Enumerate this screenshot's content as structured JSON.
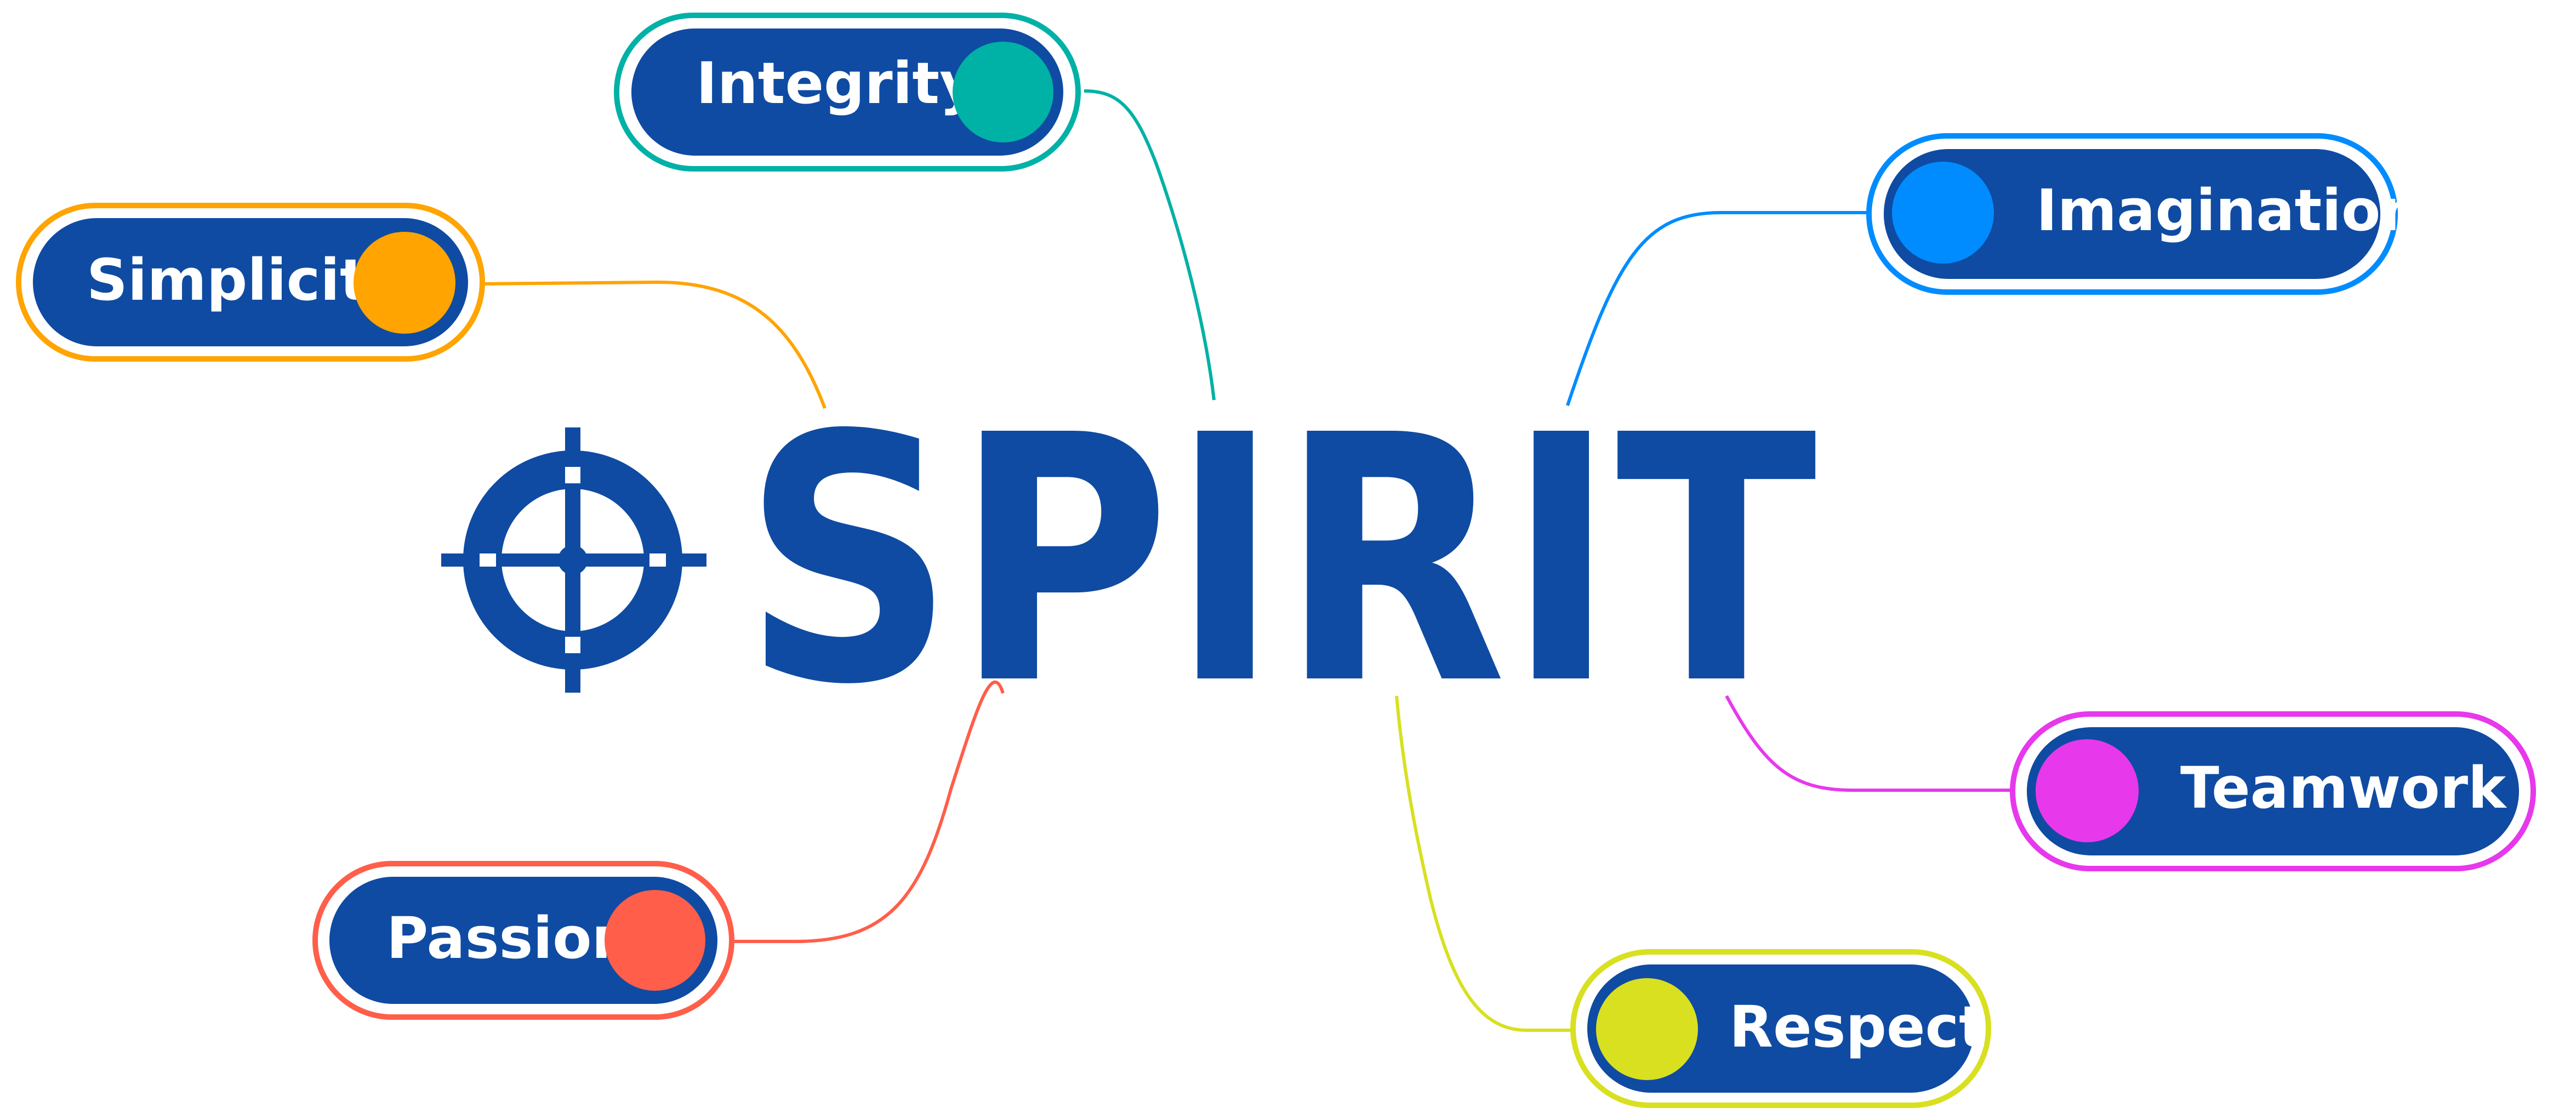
{
  "title": "SPIRIT",
  "colors": {
    "navy": "#0f4ba2",
    "white": "#ffffff"
  },
  "values": [
    {
      "id": "integrity",
      "label": "Integrity",
      "color": "#00b1a6",
      "dot": "right"
    },
    {
      "id": "simplicity",
      "label": "Simplicity",
      "color": "#ffa400",
      "dot": "right"
    },
    {
      "id": "passion",
      "label": "Passion",
      "color": "#ff5e4a",
      "dot": "right"
    },
    {
      "id": "imagination",
      "label": "Imagination",
      "color": "#008cff",
      "dot": "left"
    },
    {
      "id": "teamwork",
      "label": "Teamwork",
      "color": "#e738ec",
      "dot": "left"
    },
    {
      "id": "respect",
      "label": "Respect",
      "color": "#d8e020",
      "dot": "left"
    }
  ],
  "icons": {
    "logo": "crosshair-target-icon"
  }
}
